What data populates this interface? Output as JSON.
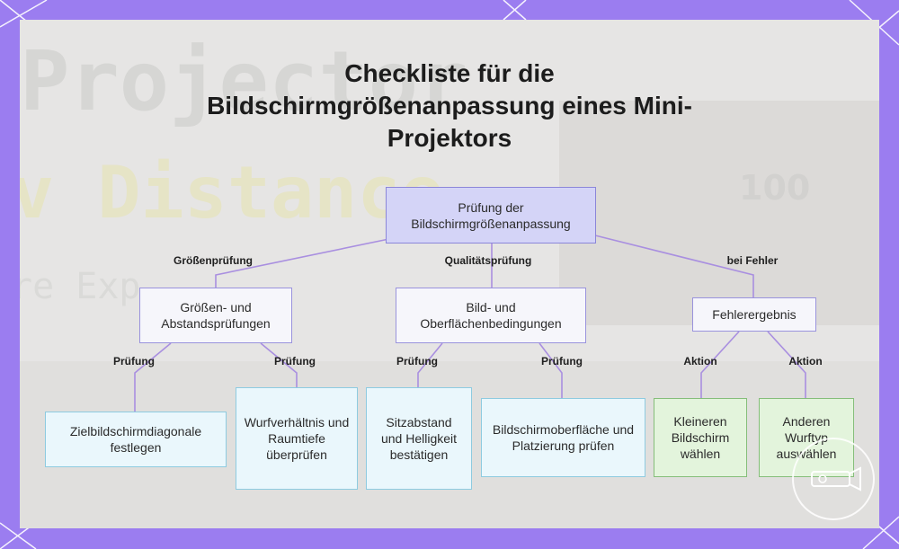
{
  "title": "Checkliste für die Bildschirmgrößenanpassung eines Mini-Projektors",
  "background_text": {
    "line1": "Projector",
    "line2": "v Distance",
    "line3": "re Exp",
    "number": "100"
  },
  "nodes": {
    "root": "Prüfung der Bildschirmgrößenanpassung",
    "size_check": "Größen- und Abstandsprüfungen",
    "quality_check": "Bild- und Oberflächenbedingungen",
    "error_result": "Fehlerergebnis",
    "screen_diagonal": "Zielbildschirmdiagonale festlegen",
    "throw_ratio": "Wurfverhältnis und Raumtiefe überprüfen",
    "seat_distance": "Sitzabstand und Helligkeit bestätigen",
    "screen_surface": "Bildschirmoberfläche und Platzierung prüfen",
    "smaller_screen": "Kleineren Bildschirm wählen",
    "other_throw": "Anderen Wurftyp auswählen"
  },
  "edges": {
    "size": "Größenprüfung",
    "quality": "Qualitätsprüfung",
    "error": "bei Fehler",
    "check_1": "Prüfung",
    "check_2": "Prüfung",
    "check_3": "Prüfung",
    "check_4": "Prüfung",
    "action_1": "Aktion",
    "action_2": "Aktion"
  },
  "colors": {
    "frame": "#9b7df0",
    "root_fill": "#d4d4f7",
    "leaf_fill": "#eaf7fc",
    "action_fill": "#e3f4dc",
    "link": "#a98fe0"
  }
}
